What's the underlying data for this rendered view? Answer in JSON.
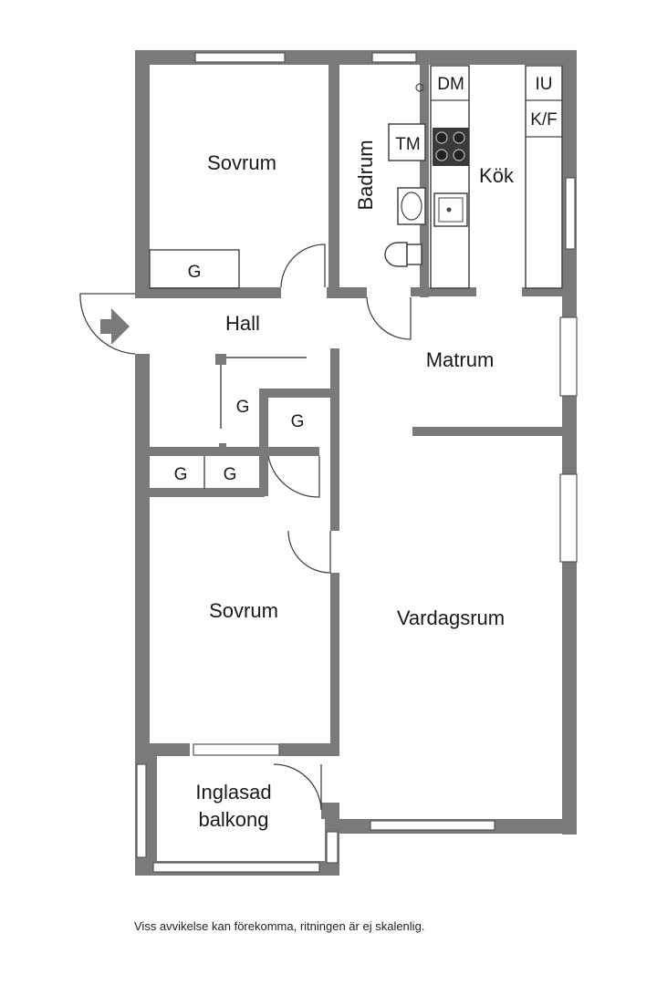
{
  "rooms": {
    "sovrum_top": "Sovrum",
    "badrum": "Badrum",
    "kok": "Kök",
    "hall": "Hall",
    "matrum": "Matrum",
    "sovrum_bottom": "Sovrum",
    "vardagsrum": "Vardagsrum",
    "balkong_line1": "Inglasad",
    "balkong_line2": "balkong"
  },
  "fixtures": {
    "dm": "DM",
    "iu": "IU",
    "kf": "K/F",
    "tm": "TM",
    "g1": "G",
    "g2": "G",
    "g3": "G",
    "g4": "G",
    "g5": "G"
  },
  "footnote": "Viss avvikelse kan förekomma, ritningen är ej skalenlig.",
  "colors": {
    "wall": "#7a7a7a",
    "arrow": "#7a7a7a",
    "background": "#ffffff"
  }
}
